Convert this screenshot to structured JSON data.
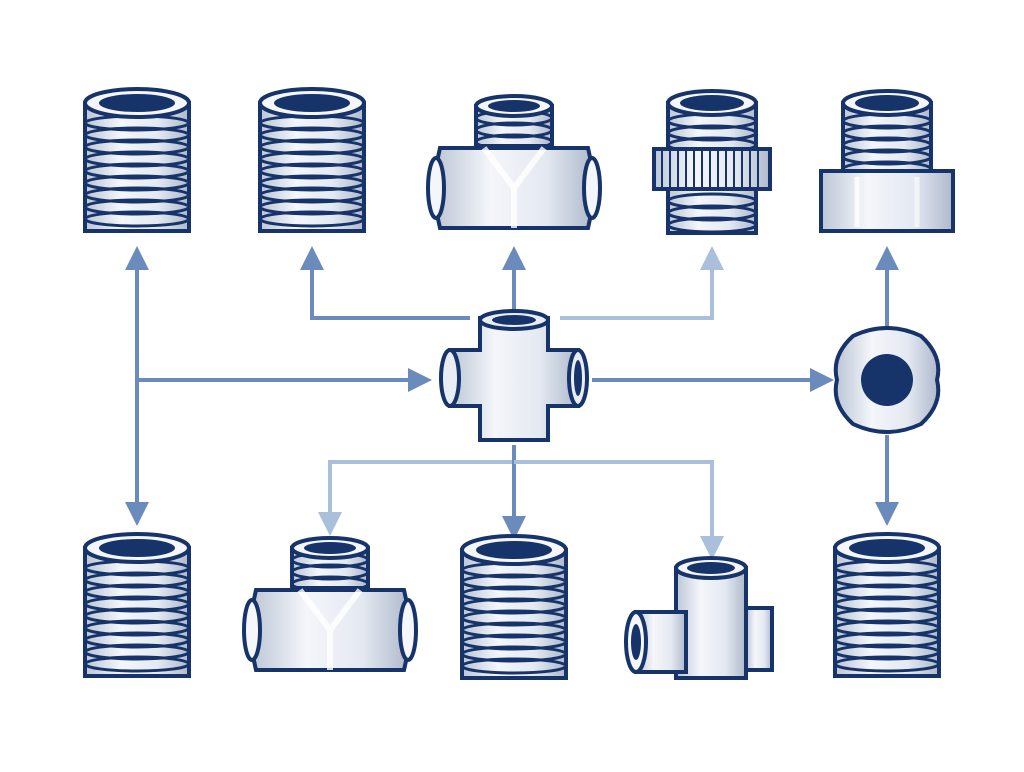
{
  "diagram": {
    "nodes": [
      {
        "id": "hub",
        "kind": "cross-fitting-icon",
        "role": "hub"
      },
      {
        "id": "valve",
        "kind": "valve-icon"
      },
      {
        "id": "t1",
        "kind": "threaded-nipple-icon"
      },
      {
        "id": "t2",
        "kind": "threaded-nipple-icon"
      },
      {
        "id": "t3",
        "kind": "threaded-tee-icon"
      },
      {
        "id": "t4",
        "kind": "knurled-coupling-icon"
      },
      {
        "id": "t5",
        "kind": "hex-adapter-icon"
      },
      {
        "id": "b1",
        "kind": "threaded-nipple-icon"
      },
      {
        "id": "b2",
        "kind": "threaded-tee-icon"
      },
      {
        "id": "b3",
        "kind": "threaded-nipple-icon"
      },
      {
        "id": "b4",
        "kind": "elbow-tee-icon"
      },
      {
        "id": "b5",
        "kind": "threaded-nipple-icon"
      }
    ],
    "edges": [
      {
        "from": "hub",
        "to": "t2"
      },
      {
        "from": "hub",
        "to": "t3"
      },
      {
        "from": "hub",
        "to": "t4"
      },
      {
        "from": "hub",
        "to": "valve"
      },
      {
        "from": "hub",
        "to": "b2"
      },
      {
        "from": "hub",
        "to": "b3"
      },
      {
        "from": "hub",
        "to": "b4"
      },
      {
        "from": "left-bus",
        "to": "t1"
      },
      {
        "from": "left-bus",
        "to": "b1"
      },
      {
        "from": "left-bus",
        "to": "hub"
      },
      {
        "from": "valve",
        "to": "t5"
      },
      {
        "from": "valve",
        "to": "b5"
      }
    ],
    "colors": {
      "outline": "#16346a",
      "metal_light": "#f4f6fa",
      "metal_dark": "#bcc6d6",
      "arrow_primary": "#6a8bbb",
      "arrow_light": "#a9bfdc",
      "background": "#ffffff"
    }
  }
}
